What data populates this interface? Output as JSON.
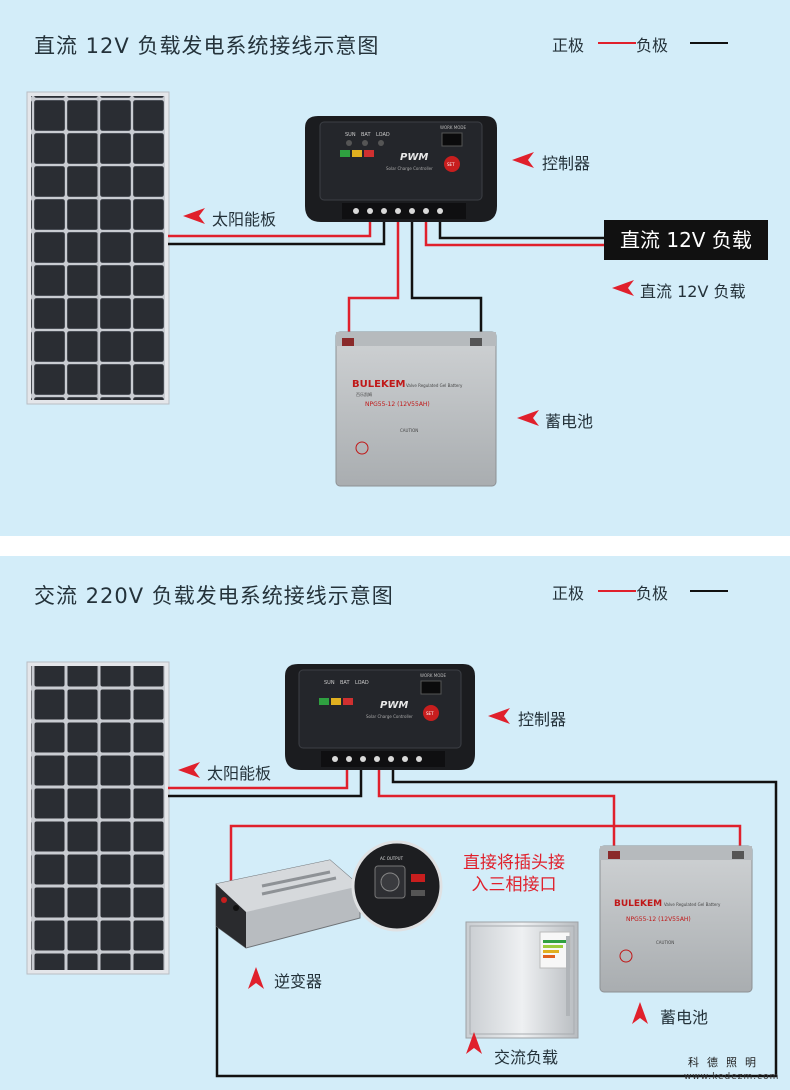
{
  "dc": {
    "title": "直流 12V 负载发电系统接线示意图",
    "legend": {
      "positive": "正极",
      "negative": "负极"
    },
    "labels": {
      "controller": "控制器",
      "solar_panel": "太阳能板",
      "load": "直流 12V 负载",
      "battery": "蓄电池"
    },
    "load_tag": "直流 12V 负载"
  },
  "ac": {
    "title": "交流 220V 负载发电系统接线示意图",
    "legend": {
      "positive": "正极",
      "negative": "负极"
    },
    "labels": {
      "controller": "控制器",
      "solar_panel": "太阳能板",
      "inverter": "逆变器",
      "ac_load": "交流负载",
      "battery": "蓄电池"
    },
    "note_line1": "直接将插头接",
    "note_line2": "入三相接口"
  },
  "device_text": {
    "pwm": "PWM",
    "controller_sub": "Solar Charge Controller",
    "sun": "SUN",
    "bat": "BAT",
    "load": "LOAD",
    "work_mode": "WORK MODE",
    "set": "SET",
    "battery_brand": "BULEKEM",
    "battery_brand_cn": "百乐凯姆",
    "battery_type": "Valve Regulated Gel Battery",
    "battery_model": "NPG55-12 (12V55AH)",
    "caution": "CAUTION",
    "ac_output": "AC OUTPUT"
  },
  "watermark": {
    "brand": "科德照明",
    "site": "www.kedezm.com"
  },
  "colors": {
    "background": "#d3edf9",
    "positive_wire": "#e0202c",
    "negative_wire": "#111111",
    "accent": "#e0202c"
  }
}
